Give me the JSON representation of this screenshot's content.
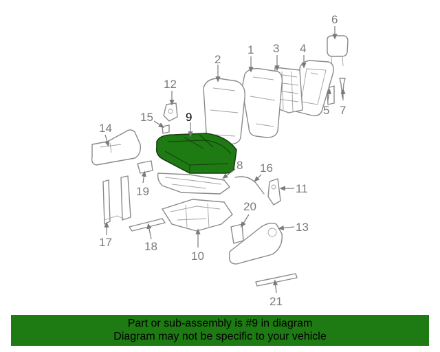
{
  "diagram": {
    "highlighted_part": "9",
    "highlight_color": "#1e7a12",
    "callouts": {
      "c1": "1",
      "c2": "2",
      "c3": "3",
      "c4": "4",
      "c5": "5",
      "c6": "6",
      "c7": "7",
      "c8": "8",
      "c9": "9",
      "c10": "10",
      "c11": "11",
      "c12": "12",
      "c13": "13",
      "c14": "14",
      "c15": "15",
      "c16": "16",
      "c17": "17",
      "c18": "18",
      "c19": "19",
      "c20": "20",
      "c21": "21"
    }
  },
  "banner": {
    "line1": "Part or sub-assembly is #9 in diagram",
    "line2": "Diagram may not be specific to your vehicle",
    "background": "#1e7a12"
  }
}
